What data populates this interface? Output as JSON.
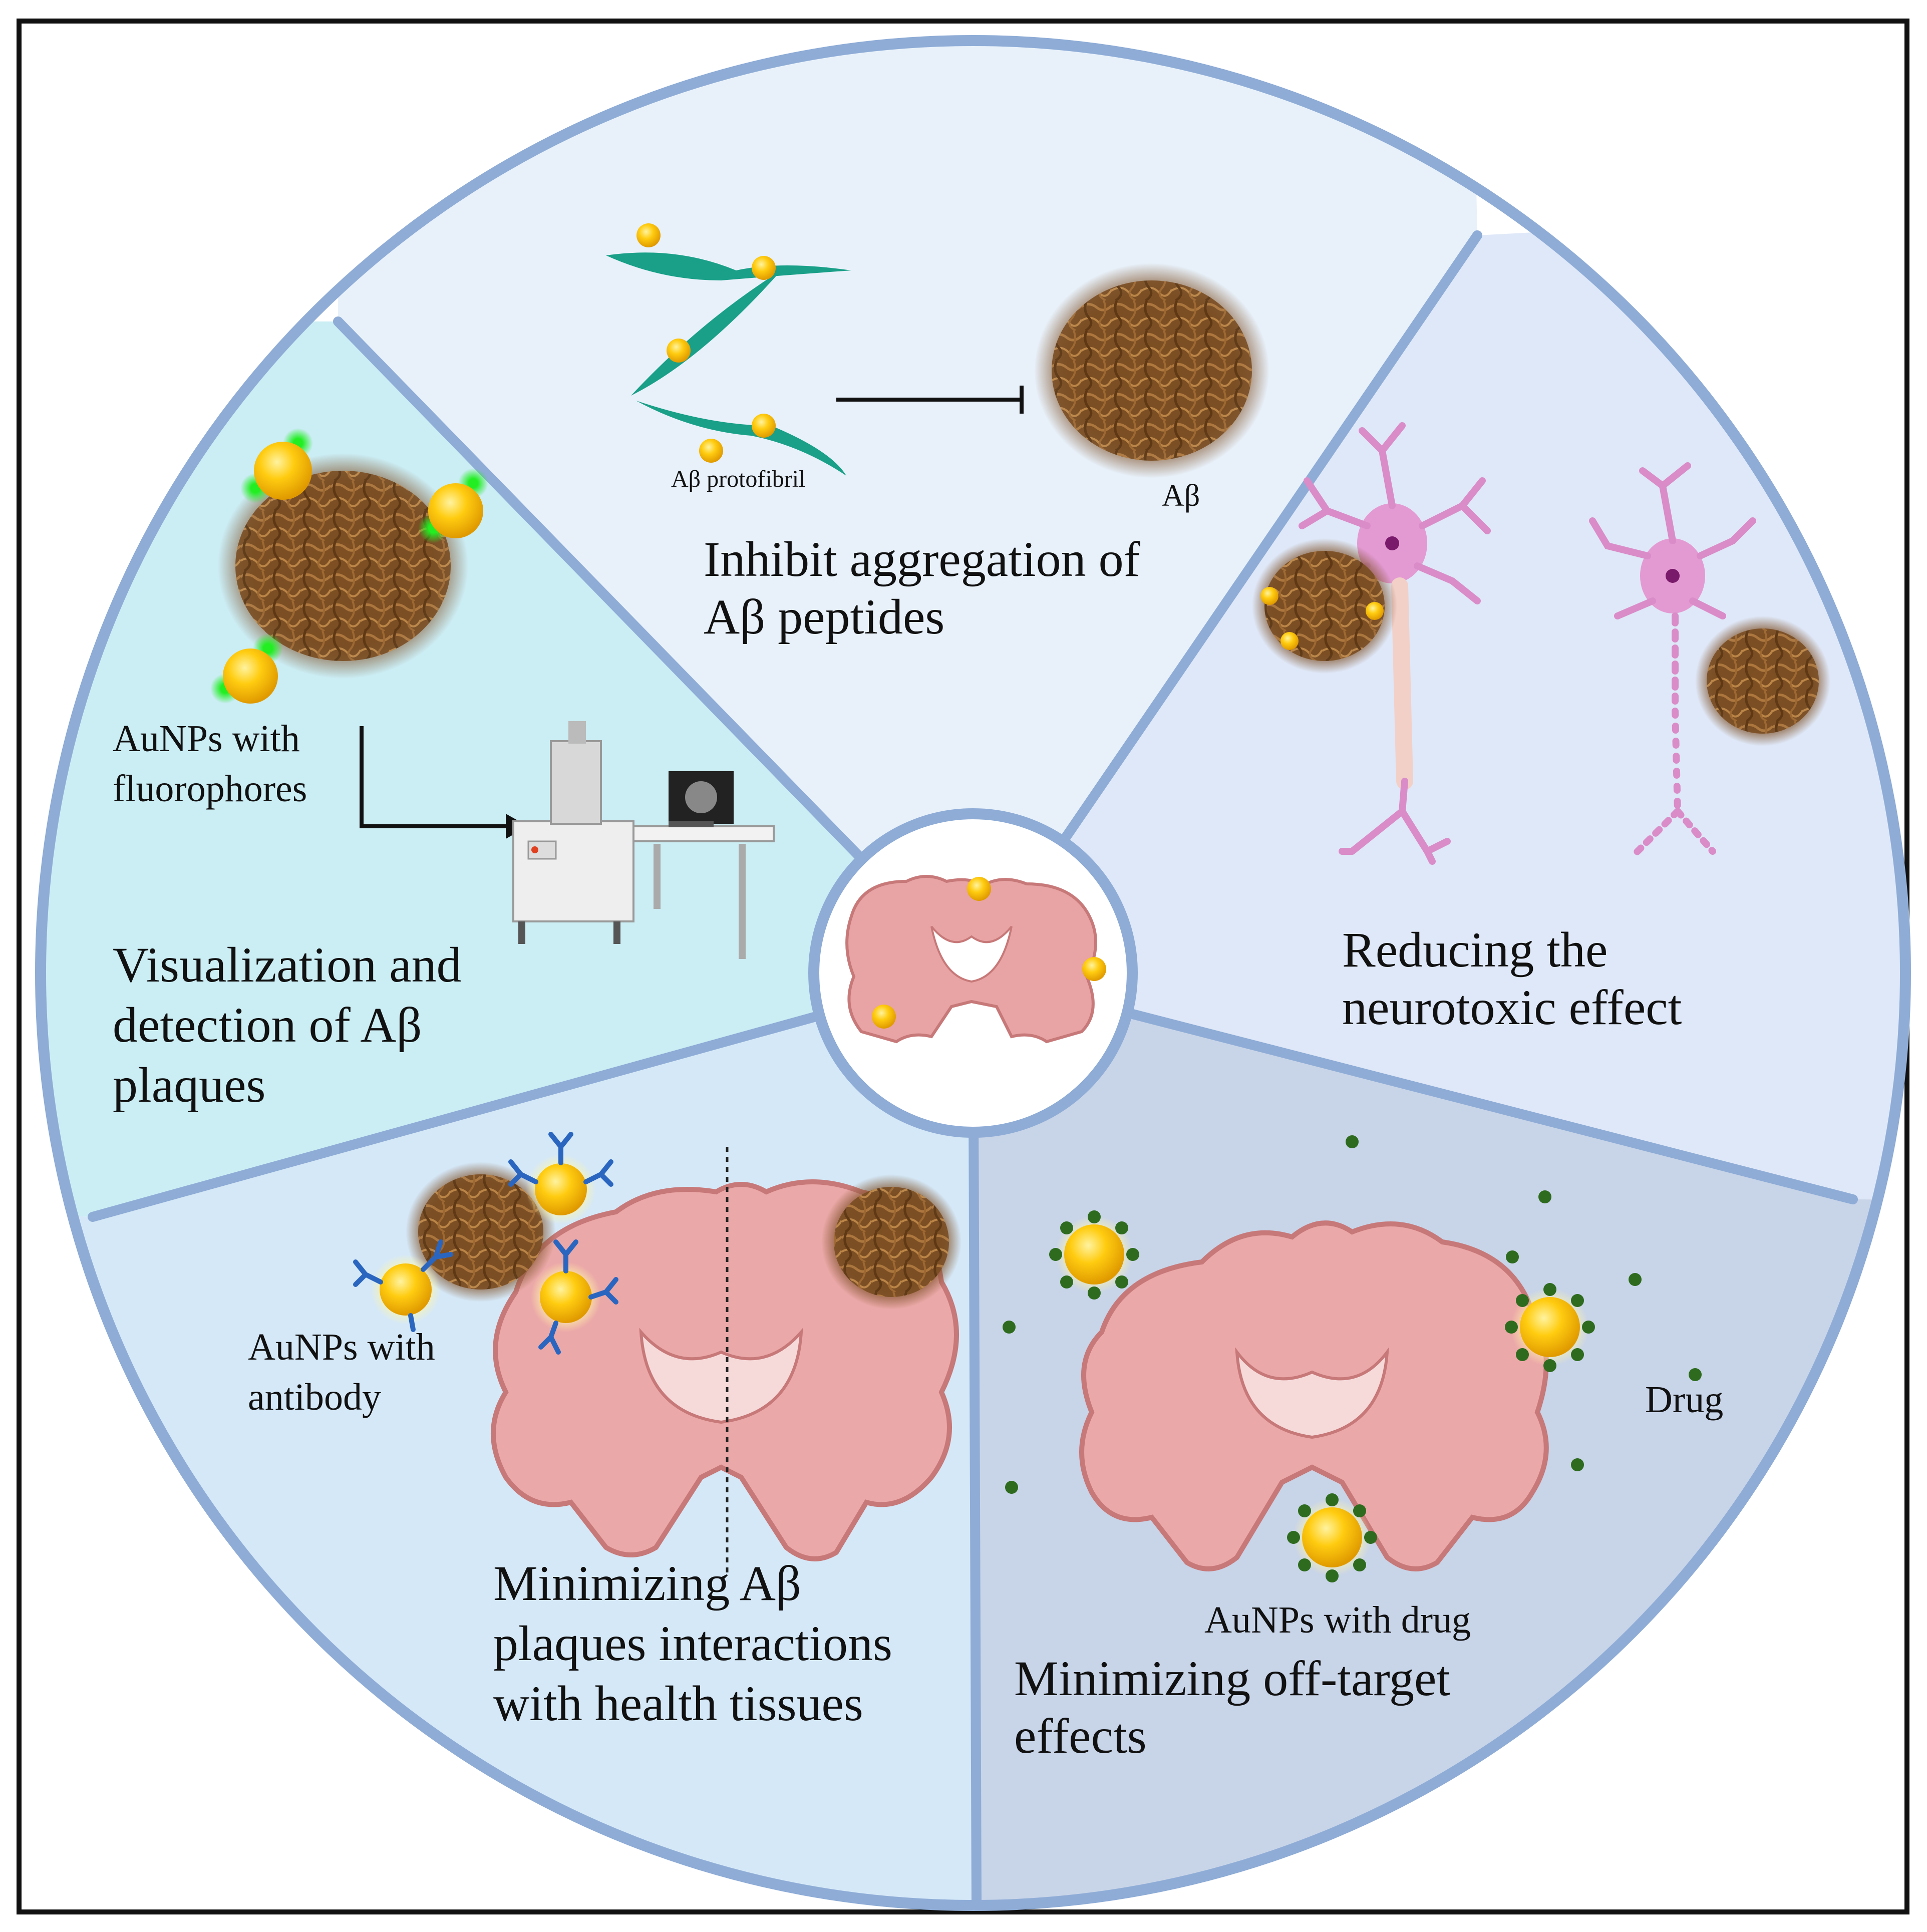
{
  "segments": {
    "inhibit": {
      "title_line1": "Inhibit aggregation of",
      "title_line2": "Aβ peptides",
      "protofibril_label": "Aβ protofibril",
      "abeta_label": "Aβ"
    },
    "neurotoxic": {
      "title_line1": "Reducing the",
      "title_line2": "neurotoxic effect"
    },
    "offtarget": {
      "title_line1": "Minimizing off-target",
      "title_line2": "effects",
      "drug_label": "Drug",
      "aunp_label": "AuNPs with drug"
    },
    "interactions": {
      "title_line1": "Minimizing Aβ",
      "title_line2": "plaques interactions",
      "title_line3": "with health tissues",
      "aunp_label_line1": "AuNPs with",
      "aunp_label_line2": "antibody"
    },
    "visualization": {
      "title_line1": "Visualization and",
      "title_line2": "detection of Aβ",
      "title_line3": "plaques",
      "aunp_label_line1": "AuNPs with",
      "aunp_label_line2": "fluorophores"
    }
  },
  "colors": {
    "ring": "#8eacd6",
    "inhibit_fill": "#e8f1fa",
    "neurotoxic_fill": "#dfe8f8",
    "offtarget_fill": "#c8d4e8",
    "interactions_fill": "#d5e8f7",
    "visualization_fill": "#cbedf4",
    "gold": "#f5b800",
    "plaque": "#8a5a2b",
    "brain": "#e8a4a4",
    "neuron": "#d98cc8",
    "drug": "#2e6b1e",
    "fluor": "#33dd33",
    "antibody": "#2a66c0",
    "protofibril": "#1aa088"
  }
}
